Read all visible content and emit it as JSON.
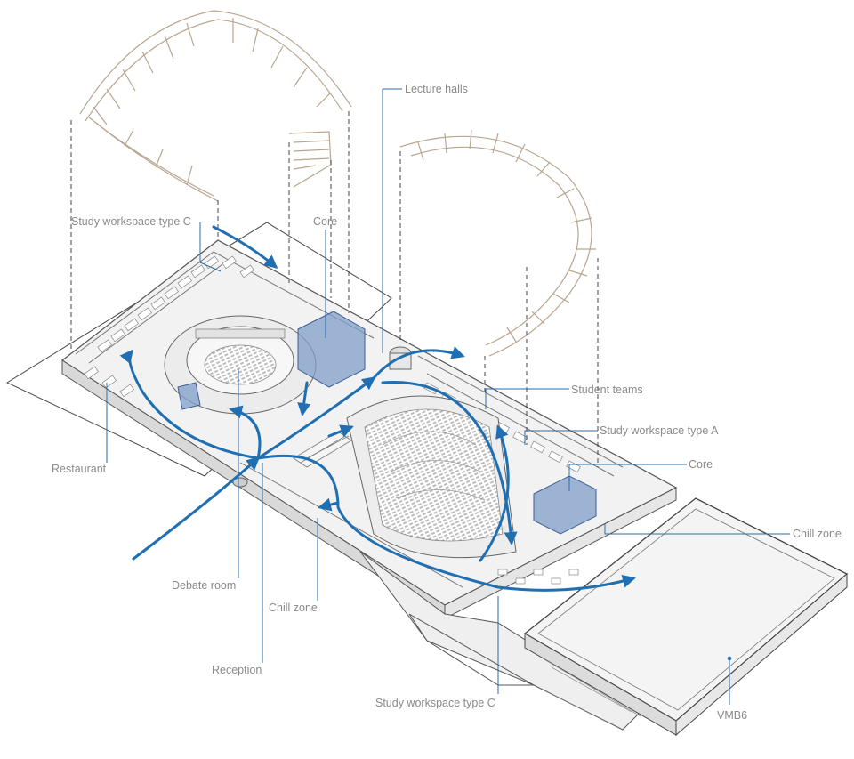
{
  "labels": {
    "lecture_halls": "Lecture halls",
    "study_workspace_c_top": "Study workspace type C",
    "core_top": "Core",
    "student_teams": "Student teams",
    "study_workspace_a": "Study workspace type A",
    "core_right": "Core",
    "chill_zone_right": "Chill zone",
    "restaurant": "Restaurant",
    "debate_room": "Debate room",
    "chill_zone_bottom": "Chill zone",
    "reception": "Reception",
    "study_workspace_c_bottom": "Study workspace type C",
    "vmb6": "VMB6"
  },
  "colors": {
    "flow_arrow": "#1f6fb2",
    "leader_line": "#2a6ea8",
    "label_text": "#8a8a8a",
    "building_outline": "#555555",
    "floor_fill": "#f2f2f2",
    "core_fill": "#7f9ec9",
    "ceiling_lattice": "#b8a690",
    "dashed_projection": "#333333"
  }
}
